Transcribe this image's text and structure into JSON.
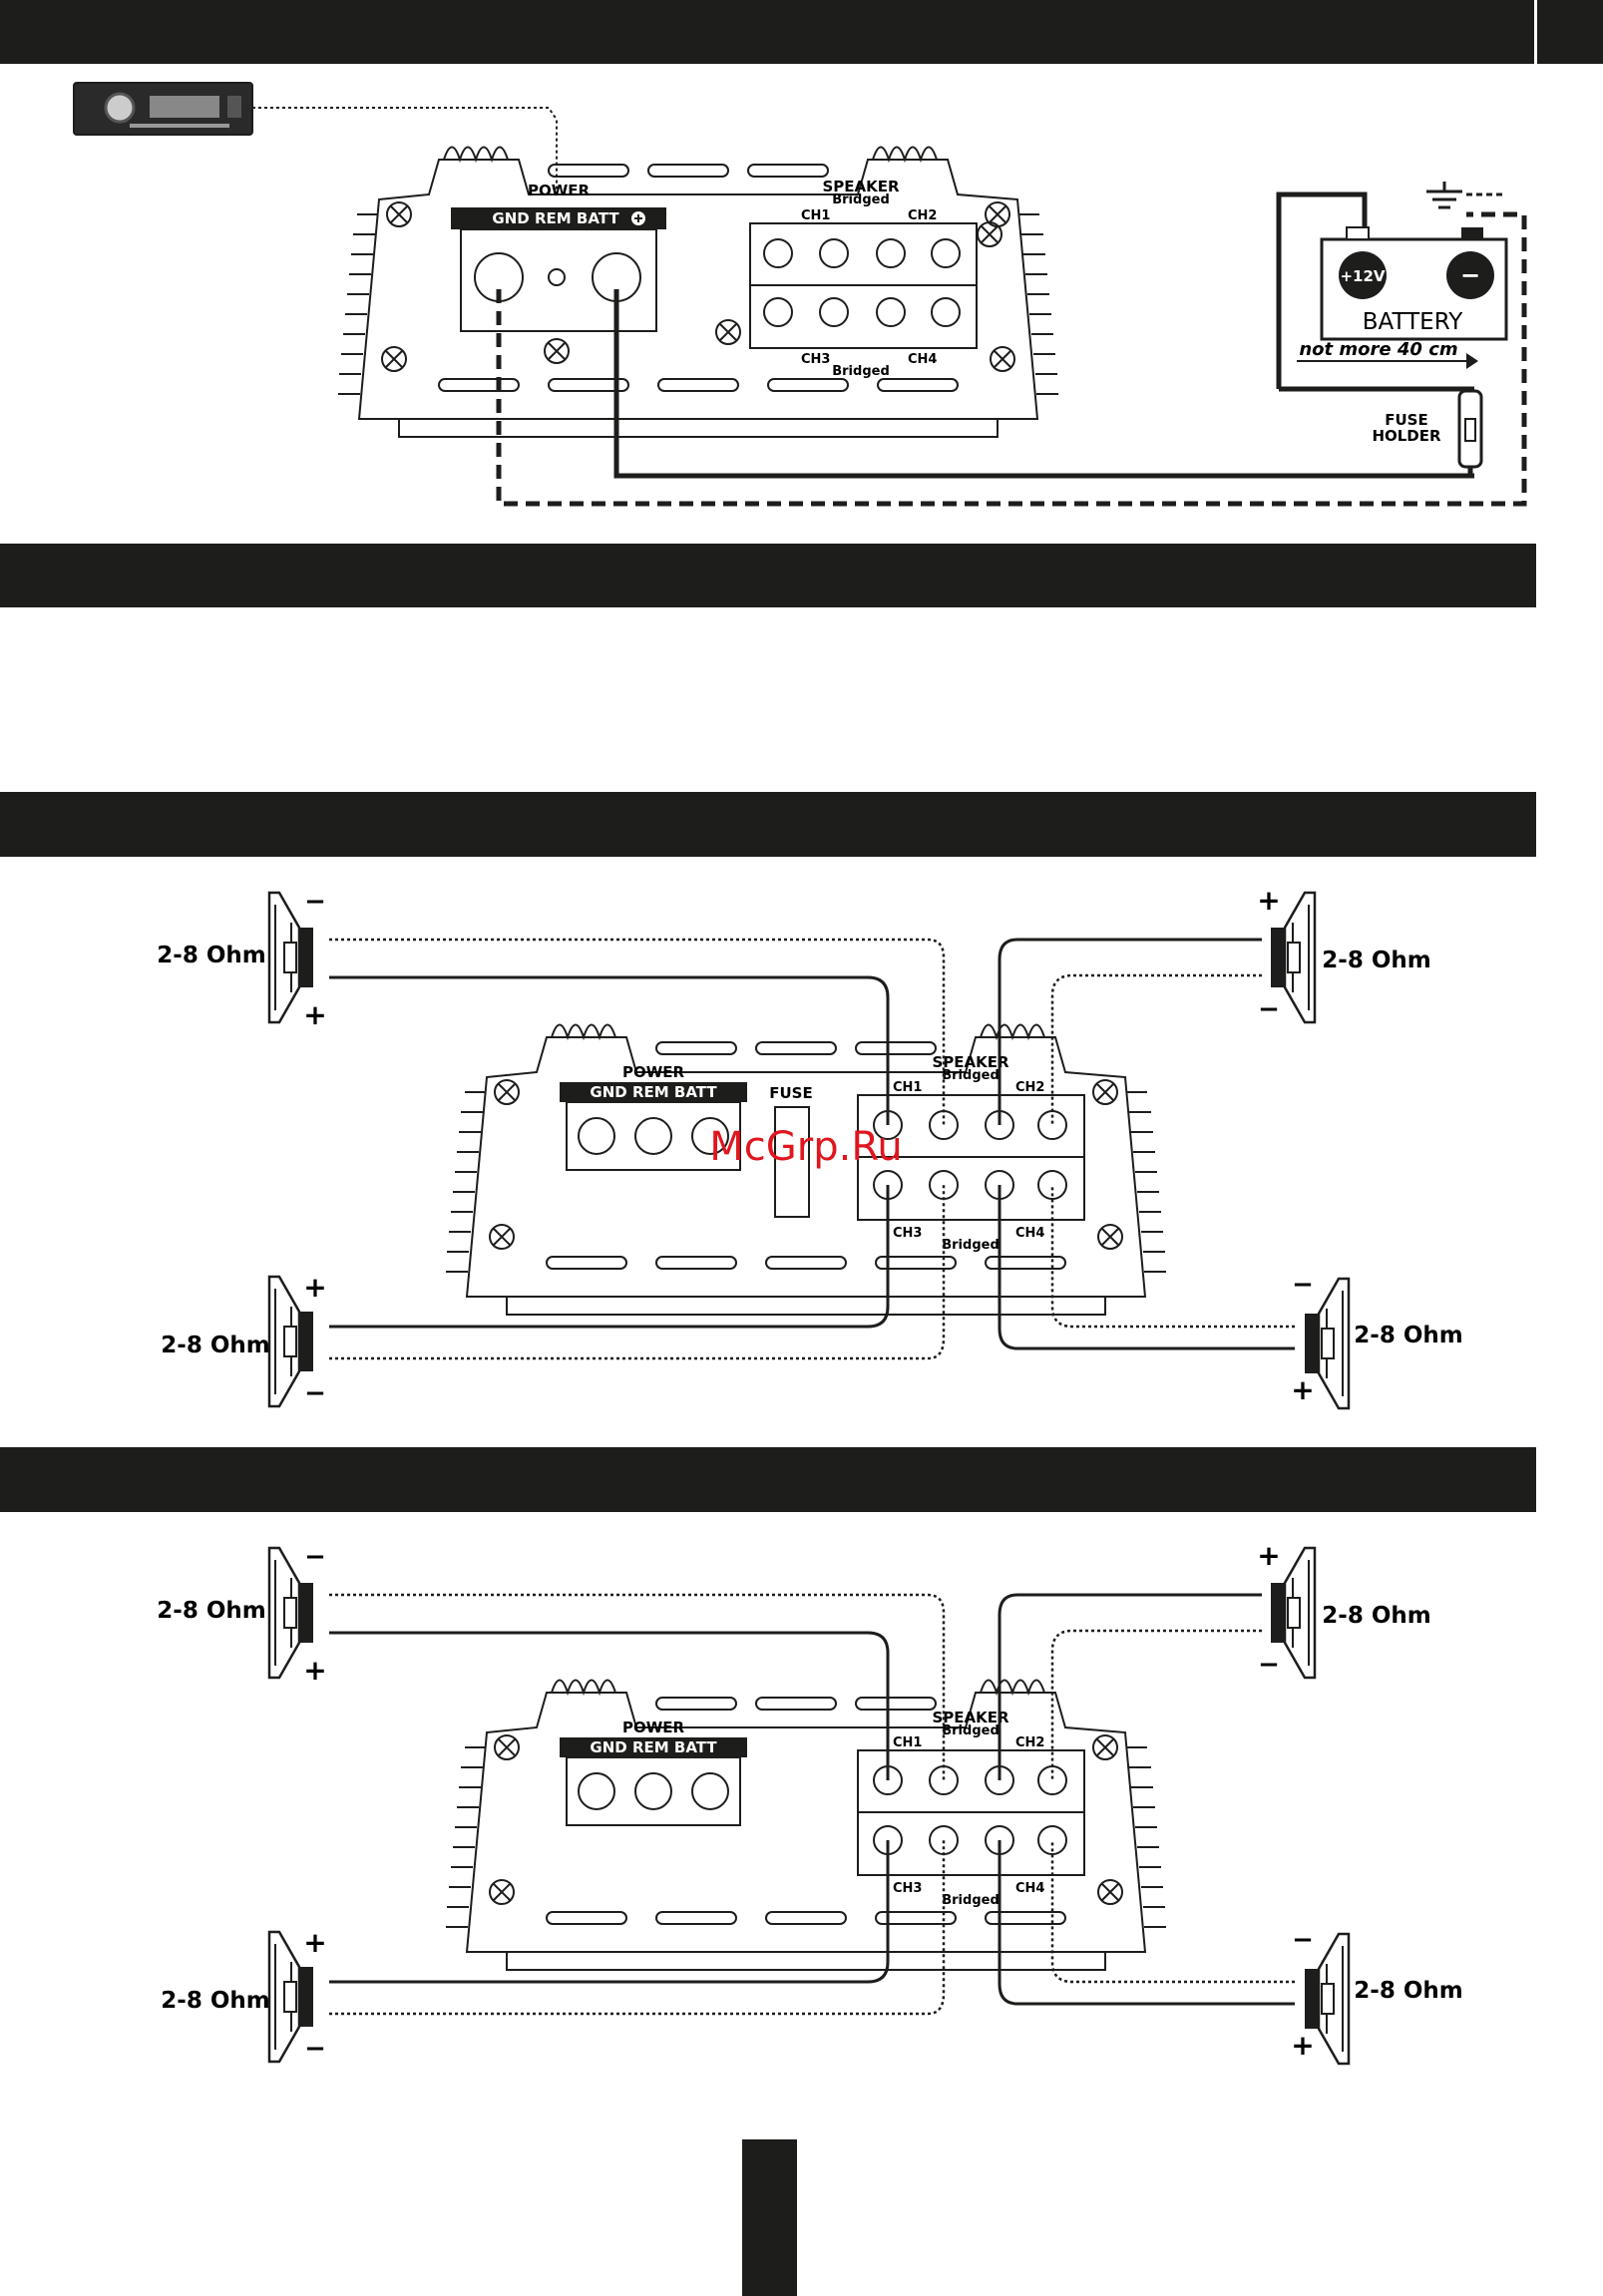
{
  "diagram1": {
    "power_label": "POWER",
    "power_terminals": "GND   REM  BATT",
    "speaker_label": "SPEAKER",
    "bridged": "Bridged",
    "ch1": "CH1",
    "ch2": "CH2",
    "ch3": "CH3",
    "ch4": "CH4",
    "battery_plus": "+12V",
    "battery_minus": "−",
    "battery_label": "BATTERY",
    "distance_note": "not more 40 cm",
    "fuse_holder_line1": "FUSE",
    "fuse_holder_line2": "HOLDER"
  },
  "diagram2": {
    "power_label": "POWER",
    "power_terminals": "GND   REM  BATT",
    "fuse_label": "FUSE",
    "speaker_label": "SPEAKER",
    "bridged": "Bridged",
    "ch1": "CH1",
    "ch2": "CH2",
    "ch3": "CH3",
    "ch4": "CH4",
    "ohm_tl": "2-8 Ohm",
    "ohm_tr": "2-8 Ohm",
    "ohm_bl": "2-8 Ohm",
    "ohm_br": "2-8 Ohm",
    "watermark": "McGrp.Ru"
  },
  "diagram3": {
    "power_label": "POWER",
    "power_terminals": "GND   REM  BATT",
    "speaker_label": "SPEAKER",
    "bridged": "Bridged",
    "ch1": "CH1",
    "ch2": "CH2",
    "ch3": "CH3",
    "ch4": "CH4",
    "ohm_tl": "2-8 Ohm",
    "ohm_tr": "2-8 Ohm",
    "ohm_bl": "2-8 Ohm",
    "ohm_br": "2-8 Ohm"
  },
  "colors": {
    "bar": "#1d1d1b",
    "line": "#1d1d1b",
    "watermark": "#e0161e"
  }
}
